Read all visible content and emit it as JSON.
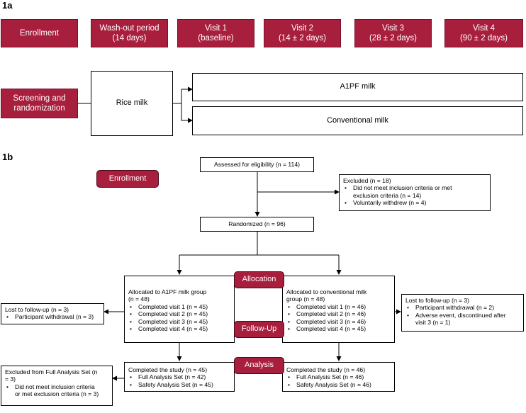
{
  "panel_a": {
    "label": "1a",
    "timeline": [
      "Enrollment",
      "Wash-out period\n(14 days)",
      "Visit 1\n(baseline)",
      "Visit 2\n(14 ± 2 days)",
      "Visit 3\n(28 ± 2 days)",
      "Visit 4\n(90 ± 2 days)"
    ],
    "screening": "Screening and\nrandomization",
    "rice_milk": "Rice milk",
    "a1pf_milk": "A1PF milk",
    "conventional_milk": "Conventional milk"
  },
  "panel_b": {
    "label": "1b",
    "stage_enrollment": "Enrollment",
    "stage_allocation": "Allocation",
    "stage_followup": "Follow-Up",
    "stage_analysis": "Analysis",
    "assessed": "Assessed for eligibility (n = 114)",
    "excluded": {
      "title": "Excluded (n = 18)",
      "items": [
        "Did not meet inclusion criteria or met\nexclusion criteria (n = 14)",
        "Voluntarily withdrew (n = 4)"
      ]
    },
    "randomized": "Randomized (n = 96)",
    "left_alloc": {
      "title": "Allocated to A1PF milk group\n(n = 48)",
      "items": [
        "Completed visit 1 (n = 45)",
        "Completed visit 2 (n = 45)",
        "Completed visit 3 (n = 45)",
        "Completed visit 4 (n = 45)"
      ]
    },
    "right_alloc": {
      "title": "Allocated to conventional milk\ngroup (n = 48)",
      "items": [
        "Completed visit 1 (n = 46)",
        "Completed visit 2 (n = 46)",
        "Completed visit 3 (n = 46)",
        "Completed visit 4 (n = 45)"
      ]
    },
    "left_lost": {
      "title": "Lost to follow-up (n = 3)",
      "items": [
        "Participant withdrawal (n = 3)"
      ]
    },
    "right_lost": {
      "title": "Lost to follow-up (n = 3)",
      "items": [
        "Participant withdrawal (n = 2)",
        "Adverse event, discontinued after\nvisit 3 (n = 1)"
      ]
    },
    "left_analysis": {
      "title": "Completed the study (n = 45)",
      "items": [
        "Full Analysis Set (n = 42)",
        "Safety Analysis Set (n = 45)"
      ]
    },
    "right_analysis": {
      "title": "Completed the study (n = 46)",
      "items": [
        "Full Analysis Set (n = 46)",
        "Safety Analysis Set (n = 46)"
      ]
    },
    "excluded_fas": {
      "title": "Excluded from Full Analysis Set (n\n= 3)",
      "items": [
        "Did not meet inclusion criteria\nor met exclusion criteria (n = 3)"
      ]
    }
  },
  "colors": {
    "accent": "#a81e3d",
    "line": "#000000"
  }
}
